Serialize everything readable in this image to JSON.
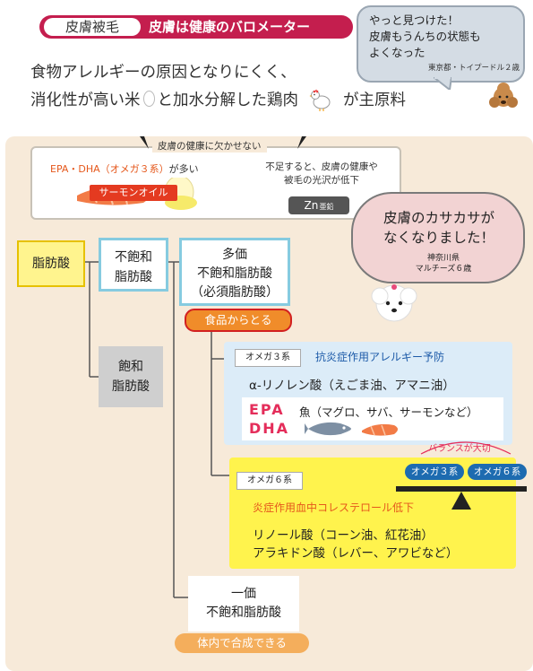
{
  "header": {
    "tag": "皮膚被毛",
    "title": "皮膚は健康のバロメーター"
  },
  "intro": {
    "line1": "食物アレルギーの原因となりにくく、",
    "line2_a": "消化性が高い米",
    "line2_b": "と加水分解した鶏肉",
    "line2_c": "が主原料"
  },
  "bubble_top": {
    "line1": "やっと見つけた！",
    "line2": "皮膚もうんちの状態も",
    "line3": "よくなった",
    "caption": "東京都・トイプードル２歳"
  },
  "info": {
    "heading": "皮膚の健康に欠かせない",
    "epa": "EPA・DHA（オメガ３系）",
    "epa_suffix": "が多い",
    "salmon": "サーモンオイル",
    "lack_line1": "不足すると、皮膚の健康や",
    "lack_line2": "被毛の光沢が低下",
    "zn": "Zn",
    "zn_sub": "亜鉛"
  },
  "bubble_mid": {
    "line1": "皮膚のカサカサが",
    "line2": "なくなりました！",
    "cap1": "神奈川県",
    "cap2": "マルチーズ６歳"
  },
  "tree": {
    "fat": "脂肪酸",
    "unsat1": "不飽和",
    "unsat2": "脂肪酸",
    "poly1": "多価",
    "poly2": "不飽和脂肪酸",
    "poly3": "（必須脂肪酸）",
    "food_pill": "食品からとる",
    "sat1": "飽和",
    "sat2": "脂肪酸",
    "mono1": "一価",
    "mono2": "不飽和脂肪酸",
    "body_pill": "体内で合成できる"
  },
  "omega3": {
    "tag": "オメガ３系",
    "title": "抗炎症作用アレルギー予防",
    "ala": "α-リノレン酸（えごま油、アマニ油）",
    "epa": "EPA",
    "dha": "DHA",
    "fish": "魚（マグロ、サバ、サーモンなど）"
  },
  "omega6": {
    "tag": "オメガ６系",
    "title": "炎症作用血中コレステロール低下",
    "linoleic": "リノール酸（コーン油、紅花油）",
    "arachidonic": "アラキドン酸（レバー、アワビなど）"
  },
  "balance": {
    "label": "バランスが大切",
    "o3": "オメガ３系",
    "o6": "オメガ６系"
  },
  "colors": {
    "header": "#c41e4e",
    "beige": "#f7ead9",
    "omega3_bg": "#dcecf8",
    "omega6_bg": "#fff34d",
    "accent_pink": "#e42d5a",
    "orange": "#f08c2a"
  }
}
